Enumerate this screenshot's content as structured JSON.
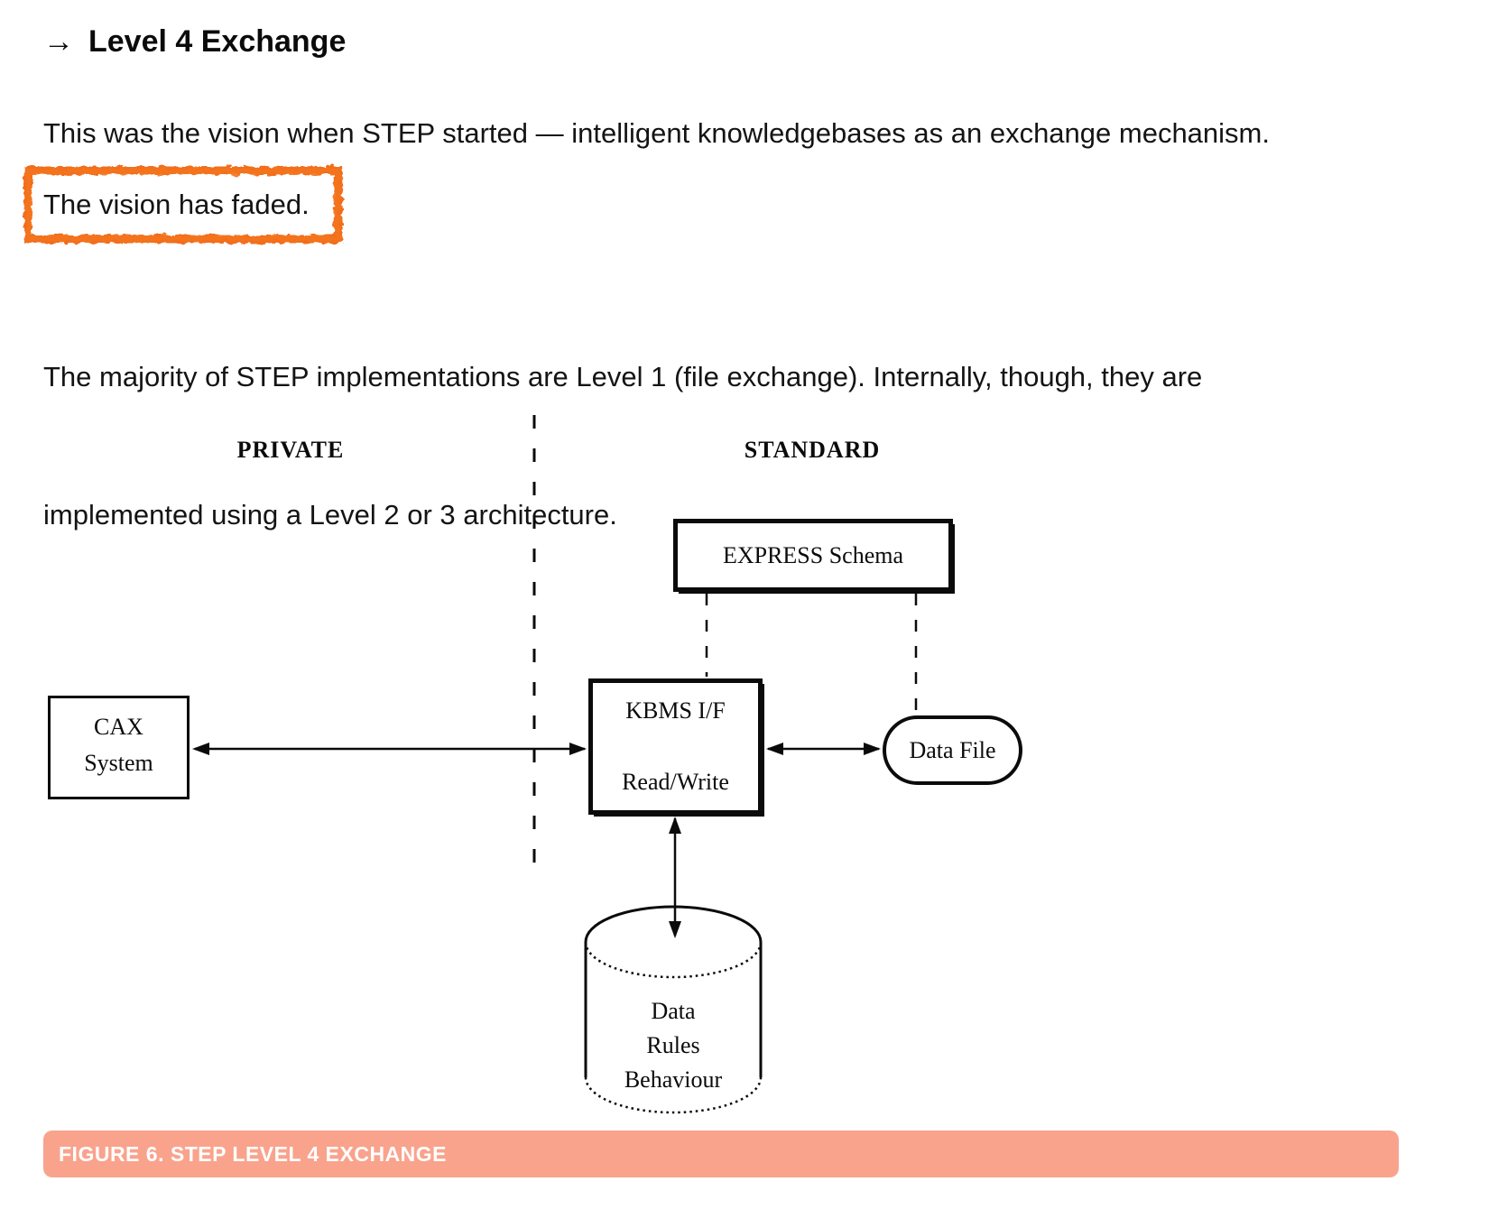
{
  "heading": {
    "arrow": "→",
    "title": "Level 4 Exchange"
  },
  "paragraphs": {
    "p1": "This was the vision when STEP started — intelligent knowledgebases as an exchange mechanism.",
    "highlight": "The vision has faded.",
    "p2_line1": "The majority of STEP implementations are Level 1 (file exchange). Internally, though, they are",
    "p2_line2": "implemented using a Level 2 or 3 architecture."
  },
  "diagram": {
    "left_region_label": "PRIVATE",
    "right_region_label": "STANDARD",
    "nodes": {
      "express_schema": "EXPRESS Schema",
      "kbms_line1": "KBMS I/F",
      "kbms_line2": "Read/Write",
      "cax_line1": "CAX",
      "cax_line2": "System",
      "data_file": "Data File",
      "store_line1": "Data",
      "store_line2": "Rules",
      "store_line3": "Behaviour"
    }
  },
  "caption": {
    "text": "FIGURE 6. STEP LEVEL 4 EXCHANGE"
  },
  "colors": {
    "highlight_border": "#f26e1e",
    "caption_bg": "#f9a38d",
    "caption_text": "#ffffff",
    "ink": "#0b0b0b"
  }
}
